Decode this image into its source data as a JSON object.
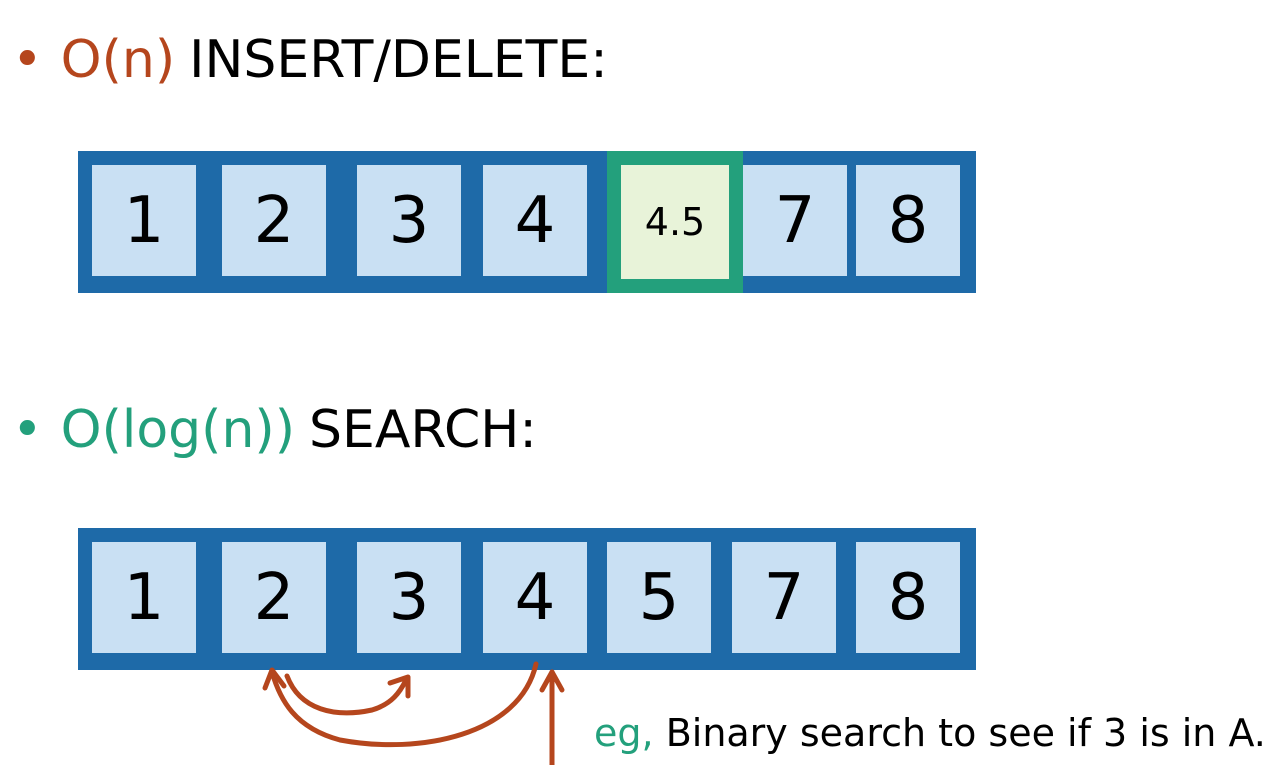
{
  "colors": {
    "bullet_1": "#b5461d",
    "bullet_2": "#23a07c",
    "array_frame": "#1e6aa8",
    "cell_fill": "#c9e0f3",
    "inserted_border": "#23a07c",
    "inserted_fill": "#e8f3d9",
    "arrow": "#b5461d",
    "caption_prefix": "#23a07c"
  },
  "insert_section": {
    "bullet": "•",
    "complexity": "O(n)",
    "label": "INSERT/DELETE:",
    "cells": [
      "1",
      "2",
      "3",
      "4",
      "4.5",
      "7",
      "8"
    ],
    "inserted_index": 4
  },
  "search_section": {
    "bullet": "•",
    "complexity": "O(log(n))",
    "label": "SEARCH:",
    "cells": [
      "1",
      "2",
      "3",
      "4",
      "5",
      "7",
      "8"
    ]
  },
  "caption": {
    "prefix": "eg,",
    "text": "Binary search to see if 3 is in A."
  }
}
